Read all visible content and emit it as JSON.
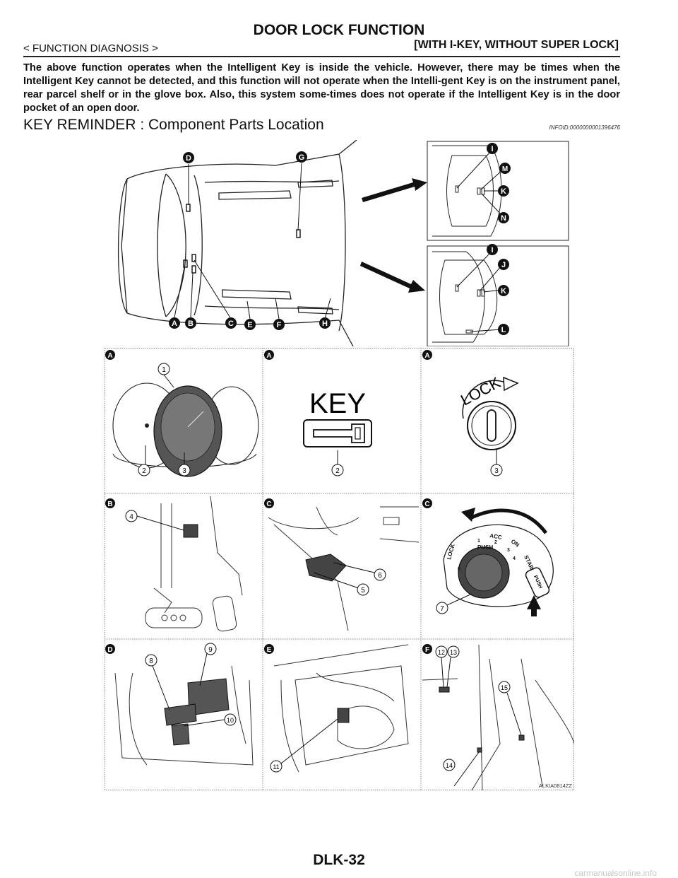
{
  "header": {
    "title": "DOOR LOCK FUNCTION",
    "section_left": "< FUNCTION DIAGNOSIS >",
    "section_right": "[WITH I-KEY, WITHOUT SUPER LOCK]"
  },
  "intro_text": "The above function operates when the Intelligent Key is inside the vehicle. However, there may be times when the Intelligent Key cannot be detected, and this function will not operate when the Intelli-gent Key is on the instrument panel, rear parcel shelf or in the glove box. Also, this system some-times does not operate if the Intelligent Key is in the door pocket of an open door.",
  "section_heading": "KEY REMINDER : Component  Parts  Location",
  "info_id": "INFOID:0000000001396476",
  "car_diagram": {
    "callouts": [
      "D",
      "G",
      "A",
      "B",
      "C",
      "E",
      "F",
      "H"
    ],
    "inset_top_callouts": [
      "I",
      "M",
      "K",
      "N"
    ],
    "inset_bottom_callouts": [
      "I",
      "J",
      "K",
      "L"
    ]
  },
  "panels": {
    "row1": {
      "p1": {
        "letter": "A",
        "callouts": [
          "1",
          "2",
          "3"
        ]
      },
      "p2": {
        "letter": "A",
        "key_text": "KEY",
        "callouts": [
          "2"
        ]
      },
      "p3": {
        "letter": "A",
        "lock_text": "LOCK",
        "callouts": [
          "3"
        ]
      }
    },
    "row2": {
      "p1": {
        "letter": "B",
        "callouts": [
          "4"
        ]
      },
      "p2": {
        "letter": "C",
        "callouts": [
          "5",
          "6"
        ]
      },
      "p3": {
        "letter": "C",
        "switch_labels": {
          "lock": "LOCK",
          "acc": "ACC",
          "on": "ON",
          "start": "START",
          "push": "PUSH",
          "push_btn": "PUSH",
          "n0": "0",
          "n1": "1",
          "n2": "2",
          "n3": "3",
          "n4": "4"
        },
        "callouts": [
          "7"
        ]
      }
    },
    "row3": {
      "p1": {
        "letter": "D",
        "callouts": [
          "8",
          "9",
          "10"
        ]
      },
      "p2": {
        "letter": "E",
        "callouts": [
          "11"
        ]
      },
      "p3": {
        "letter": "F",
        "callouts": [
          "12",
          "13",
          "14",
          "15"
        ]
      }
    }
  },
  "figure_code": "ALKIA0814ZZ",
  "footer": "DLK-32",
  "watermark": "carmanualsonline.info"
}
